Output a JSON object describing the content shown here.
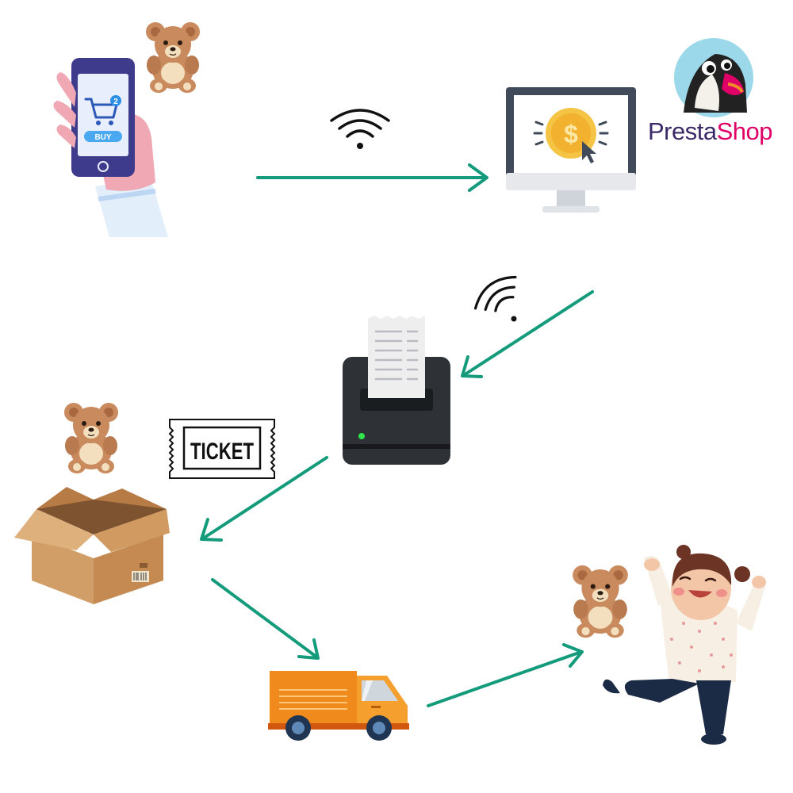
{
  "brand": {
    "name_part1": "Presta",
    "name_part2": "Shop",
    "color_part1": "#3b2a67",
    "color_part2": "#df0067"
  },
  "phone": {
    "buy_label": "BUY",
    "cart_badge": "2"
  },
  "ticket": {
    "label": "TICKET"
  },
  "colors": {
    "arrow": "#139b7b",
    "teddy": "#c98b5e",
    "teddy_light": "#f3dfbd",
    "box": "#c48a52",
    "truck": "#f08a1c",
    "phone_body": "#3e3a8c"
  },
  "icons": [
    "phone-shopping-icon",
    "teddy-bear-icon",
    "wifi-icon",
    "computer-payment-icon",
    "prestashop-logo",
    "receipt-printer-icon",
    "ticket-icon",
    "cardboard-box-icon",
    "delivery-truck-icon",
    "happy-child-icon"
  ]
}
